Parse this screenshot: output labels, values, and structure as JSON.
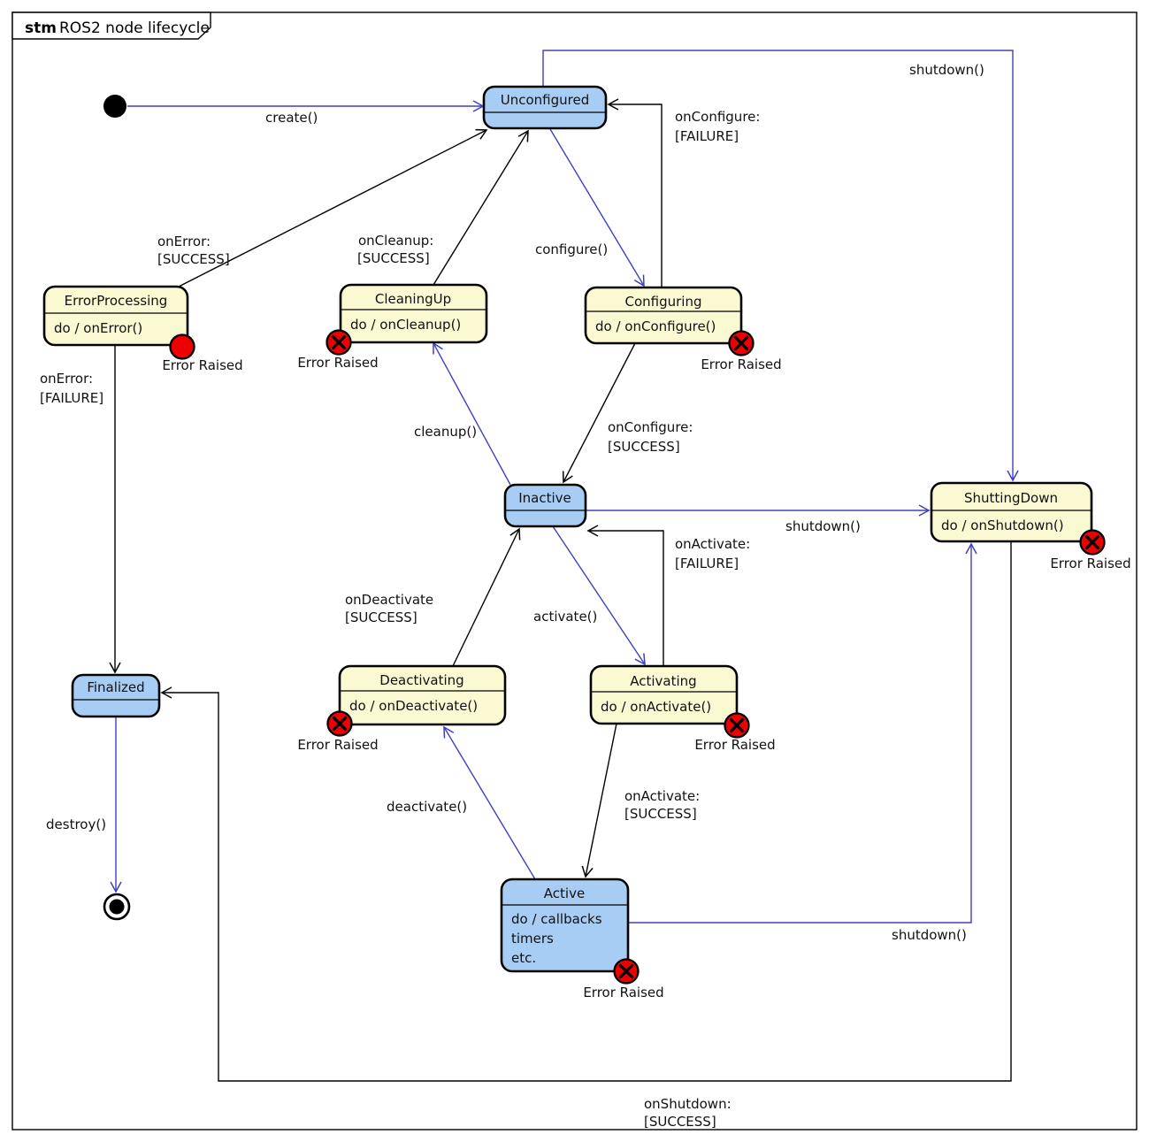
{
  "frame": {
    "tag": "stm",
    "title": "ROS2 node lifecycle"
  },
  "colors": {
    "primary_fill": "#A8CDF4",
    "transition_fill": "#FBF9D2",
    "blue_arrow": "#4040C0",
    "edge_black": "#000000",
    "error_red": "#EE0000"
  },
  "labels": {
    "error_raised": "Error Raised"
  },
  "states": {
    "unconfigured": {
      "name": "Unconfigured",
      "body": []
    },
    "errorprocessing": {
      "name": "ErrorProcessing",
      "body": [
        "do / onError()"
      ]
    },
    "cleaningup": {
      "name": "CleaningUp",
      "body": [
        "do / onCleanup()"
      ]
    },
    "configuring": {
      "name": "Configuring",
      "body": [
        "do / onConfigure()"
      ]
    },
    "inactive": {
      "name": "Inactive",
      "body": []
    },
    "shuttingdown": {
      "name": "ShuttingDown",
      "body": [
        "do / onShutdown()"
      ]
    },
    "deactivating": {
      "name": "Deactivating",
      "body": [
        "do / onDeactivate()"
      ]
    },
    "activating": {
      "name": "Activating",
      "body": [
        "do / onActivate()"
      ]
    },
    "finalized": {
      "name": "Finalized",
      "body": []
    },
    "active": {
      "name": "Active",
      "body": [
        "do / callbacks",
        "timers",
        "etc."
      ]
    }
  },
  "transitions": {
    "create": {
      "event": "create()"
    },
    "configure": {
      "event": "configure()"
    },
    "cleanup": {
      "event": "cleanup()"
    },
    "activate": {
      "event": "activate()"
    },
    "deactivate": {
      "event": "deactivate()"
    },
    "shutdown_from_unconfigured": {
      "event": "shutdown()"
    },
    "shutdown_from_inactive": {
      "event": "shutdown()"
    },
    "shutdown_from_active": {
      "event": "shutdown()"
    },
    "destroy": {
      "event": "destroy()"
    },
    "on_error_success": {
      "event": "onError:",
      "guard": "[SUCCESS]"
    },
    "on_error_failure": {
      "event": "onError:",
      "guard": "[FAILURE]"
    },
    "on_cleanup_success": {
      "event": "onCleanup:",
      "guard": "[SUCCESS]"
    },
    "on_configure_failure": {
      "event": "onConfigure:",
      "guard": "[FAILURE]"
    },
    "on_configure_success": {
      "event": "onConfigure:",
      "guard": "[SUCCESS]"
    },
    "on_activate_failure": {
      "event": "onActivate:",
      "guard": "[FAILURE]"
    },
    "on_activate_success": {
      "event": "onActivate:",
      "guard": "[SUCCESS]"
    },
    "on_deactivate_success": {
      "event": "onDeactivate",
      "guard": "[SUCCESS]"
    },
    "on_shutdown_success": {
      "event": "onShutdown:",
      "guard": "[SUCCESS]"
    }
  }
}
